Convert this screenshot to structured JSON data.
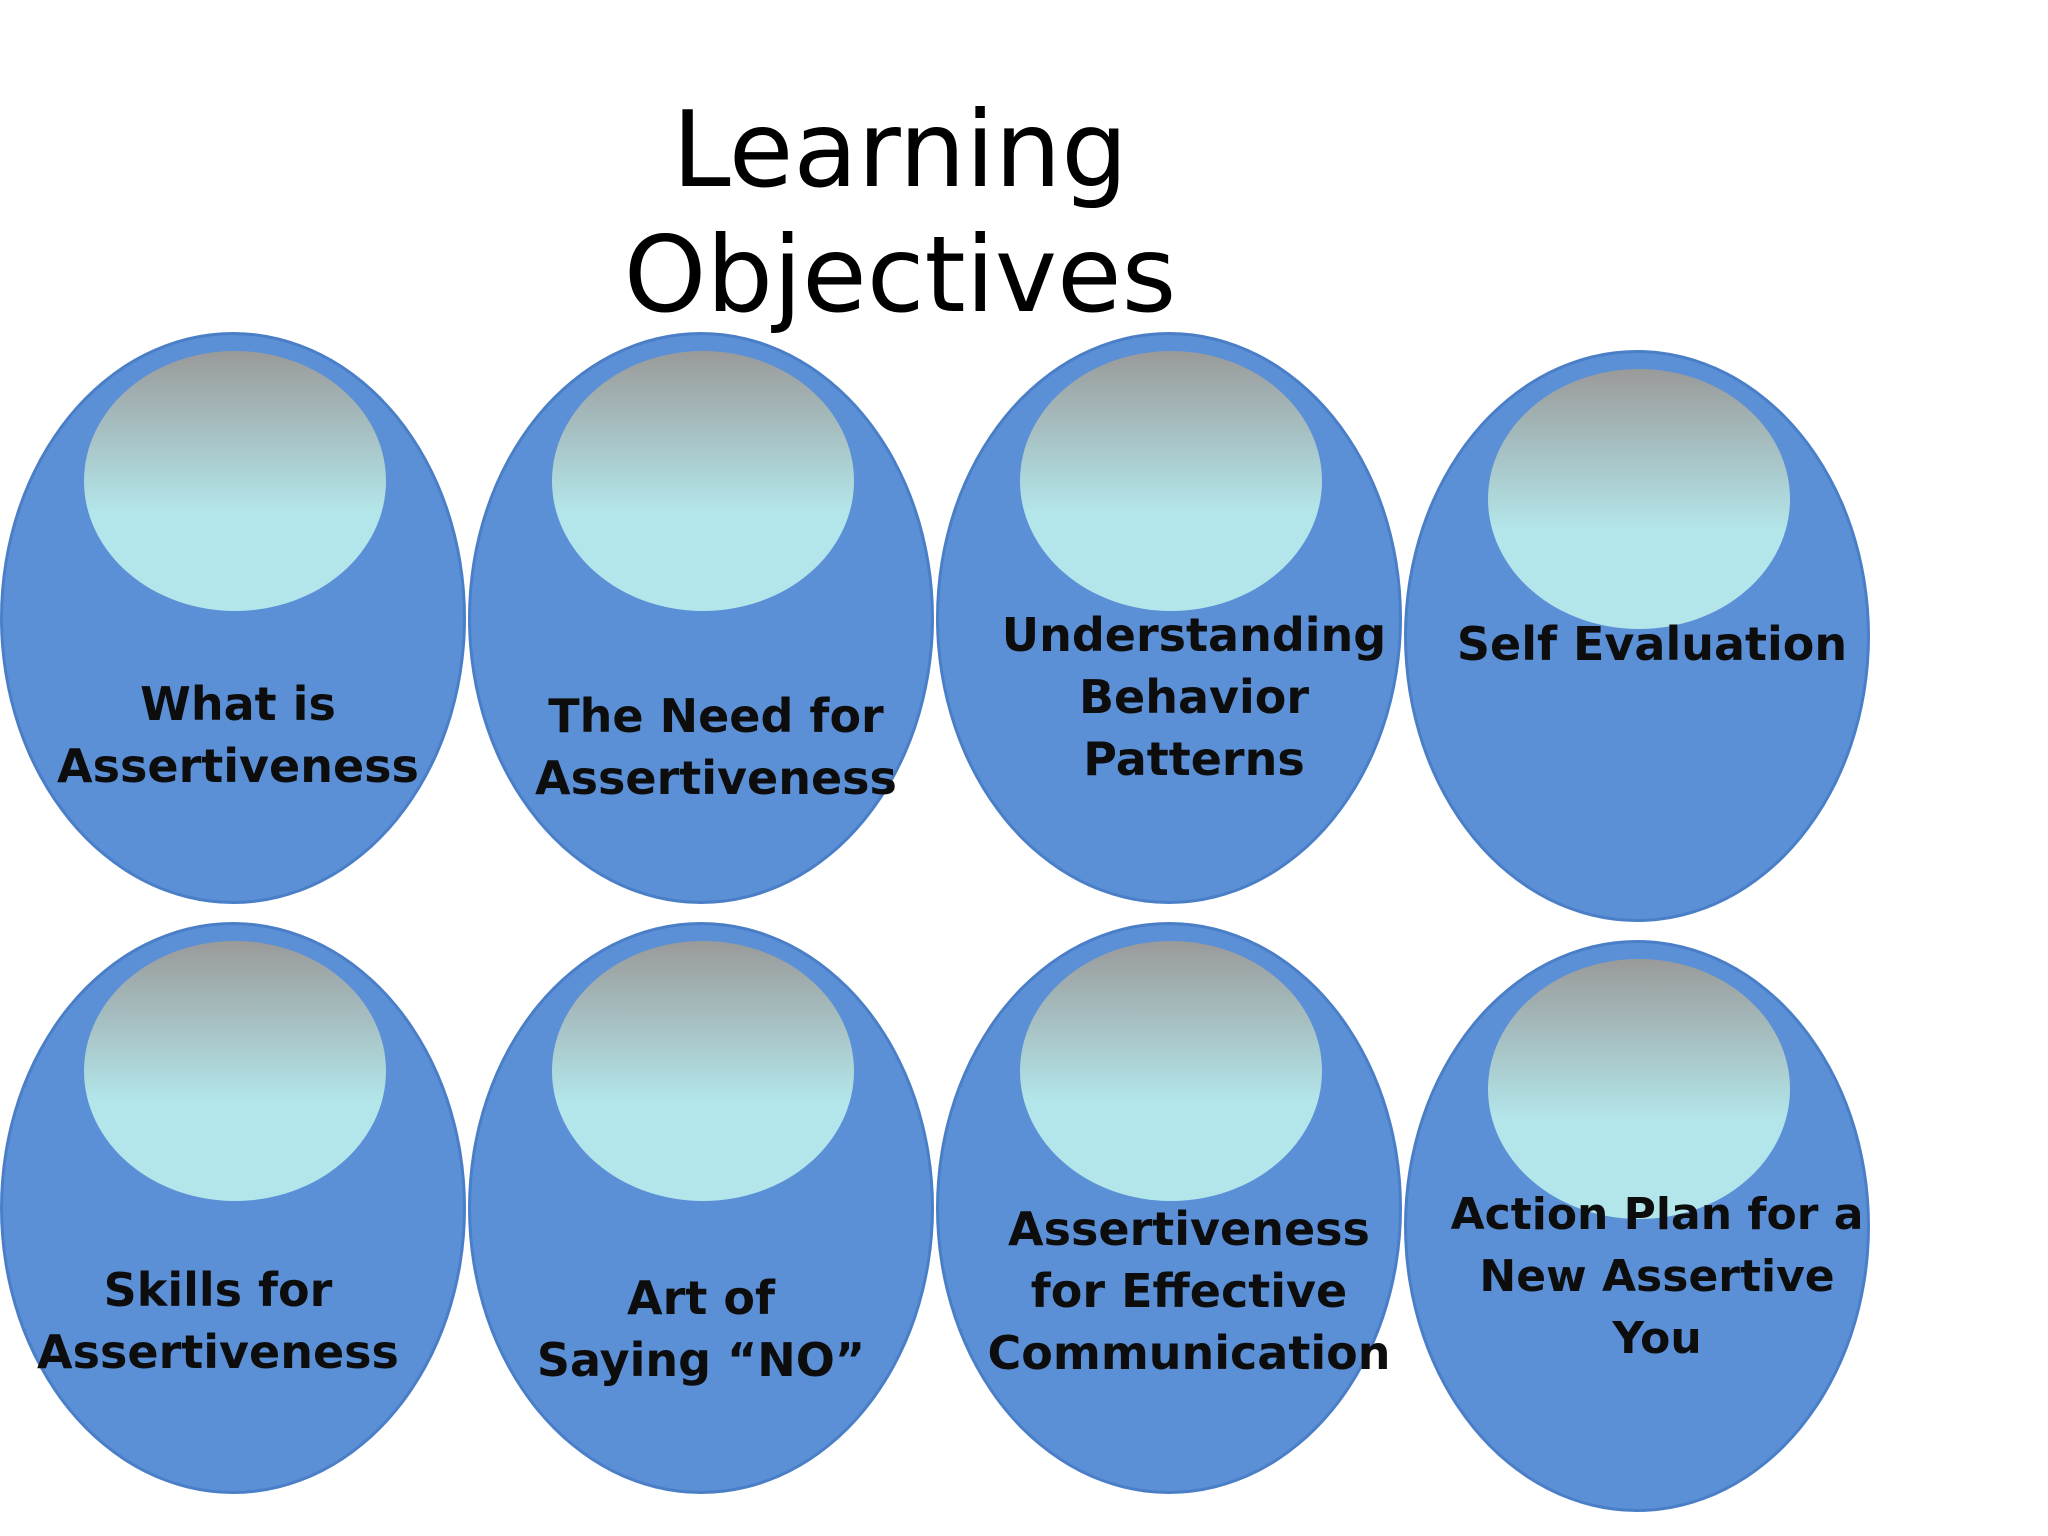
{
  "title": {
    "line1": "Learning",
    "line2": "Objectives"
  },
  "colors": {
    "bubble_fill": "#5b8fd6",
    "bubble_edge": "#4a7fc8",
    "highlight_top": "#9a9a9a",
    "highlight_bottom": "#b3e6ea",
    "text": "#0d0d0d"
  },
  "objectives": [
    {
      "label": "What is\nAssertiveness"
    },
    {
      "label": "The Need for\nAssertiveness"
    },
    {
      "label": "Understanding\nBehavior\nPatterns"
    },
    {
      "label": "Self Evaluation"
    },
    {
      "label": "Skills for\nAssertiveness"
    },
    {
      "label": "Art of\nSaying “NO”"
    },
    {
      "label": "Assertiveness\nfor Effective\nCommunication"
    },
    {
      "label": "Action Plan for  a\nNew Assertive  You"
    }
  ]
}
